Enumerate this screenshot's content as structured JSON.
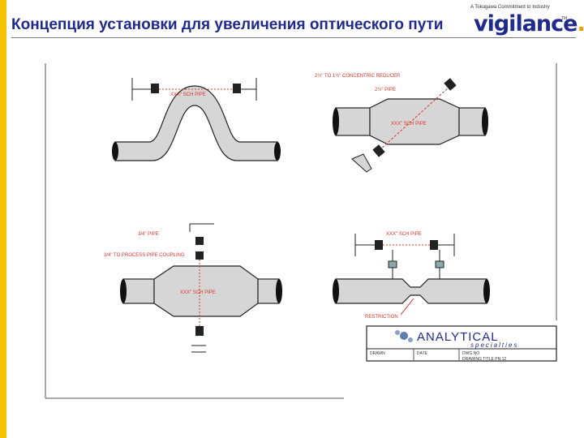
{
  "slide": {
    "title": "Концепция установки для увеличения оптического пути"
  },
  "logo": {
    "tagline": "A Tokugawa Commitment to Industry",
    "brand_prefix": "vigi",
    "brand_suffix": "lance",
    "brand_dot": ".",
    "trademark": "TM"
  },
  "diagram": {
    "d1": {
      "pipe_label": "XXX\" SCH PIPE"
    },
    "d2": {
      "reducer_label": "2½\" TO 1½\" CONCENTRIC REDUCER",
      "pipe_label": "2½\" PIPE",
      "body_label": "XXX\" SCH PIPE"
    },
    "d3": {
      "pipe_label": "3/4\" PIPE",
      "coupling_label": "3/4\" TO PROCESS PIPE COUPLING",
      "body_label": "XXX\" SCH PIPE"
    },
    "d4": {
      "pipe_label": "XXX\" SCH PIPE",
      "restriction_label": "RESTRICTION"
    }
  },
  "title_block": {
    "brand_main": "ANALYTICAL",
    "brand_sub": "specialties",
    "field_drawn": "DRAWN",
    "field_date": "DATE",
    "field_dwg": "DWG NO",
    "field_drawing": "DRAWING TITLE PN 12"
  },
  "colors": {
    "accent_yellow": "#f5c400",
    "title_blue": "#1f2a8c",
    "label_red": "#e0342a",
    "pipe_fill": "#d6d6d6"
  }
}
